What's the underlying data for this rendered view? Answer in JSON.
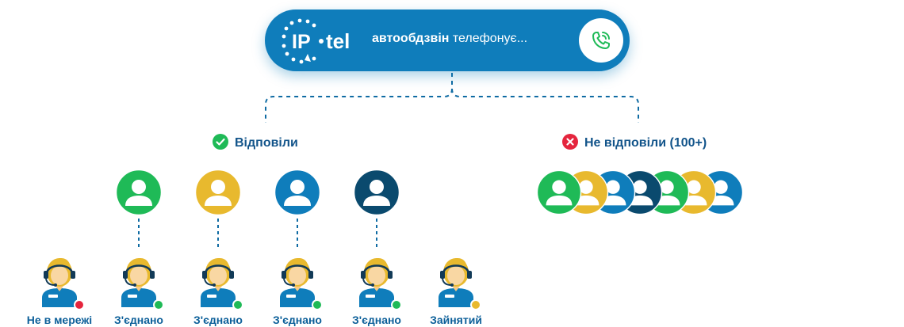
{
  "colors": {
    "brand_blue": "#0f7dbb",
    "dark_navy": "#0a4a6e",
    "green": "#1fba57",
    "yellow": "#e8b92e",
    "red": "#e5253d",
    "label_blue": "#12548a"
  },
  "header": {
    "logo_text": "IP·tel",
    "title_bold": "автообдзвін",
    "title_rest": " телефонує...",
    "call_icon": "phone-ringing-icon"
  },
  "answered": {
    "label": "Відповіли",
    "icon": "check-circle-icon",
    "avatar_colors": [
      "#1fba57",
      "#e8b92e",
      "#0f7dbb",
      "#0a4a6e"
    ]
  },
  "not_answered": {
    "label_main": "Не відповіли",
    "label_count": " (100+)",
    "icon": "x-circle-icon",
    "avatar_colors": [
      "#1fba57",
      "#e8b92e",
      "#0f7dbb",
      "#0a4a6e",
      "#1fba57",
      "#e8b92e",
      "#0f7dbb"
    ]
  },
  "agents": [
    {
      "label": "Не в мережі",
      "status_color": "#e5253d"
    },
    {
      "label": "З'єднано",
      "status_color": "#1fba57"
    },
    {
      "label": "З'єднано",
      "status_color": "#1fba57"
    },
    {
      "label": "З'єднано",
      "status_color": "#1fba57"
    },
    {
      "label": "З'єднано",
      "status_color": "#1fba57"
    },
    {
      "label": "Зайнятий",
      "status_color": "#e8b92e"
    }
  ]
}
